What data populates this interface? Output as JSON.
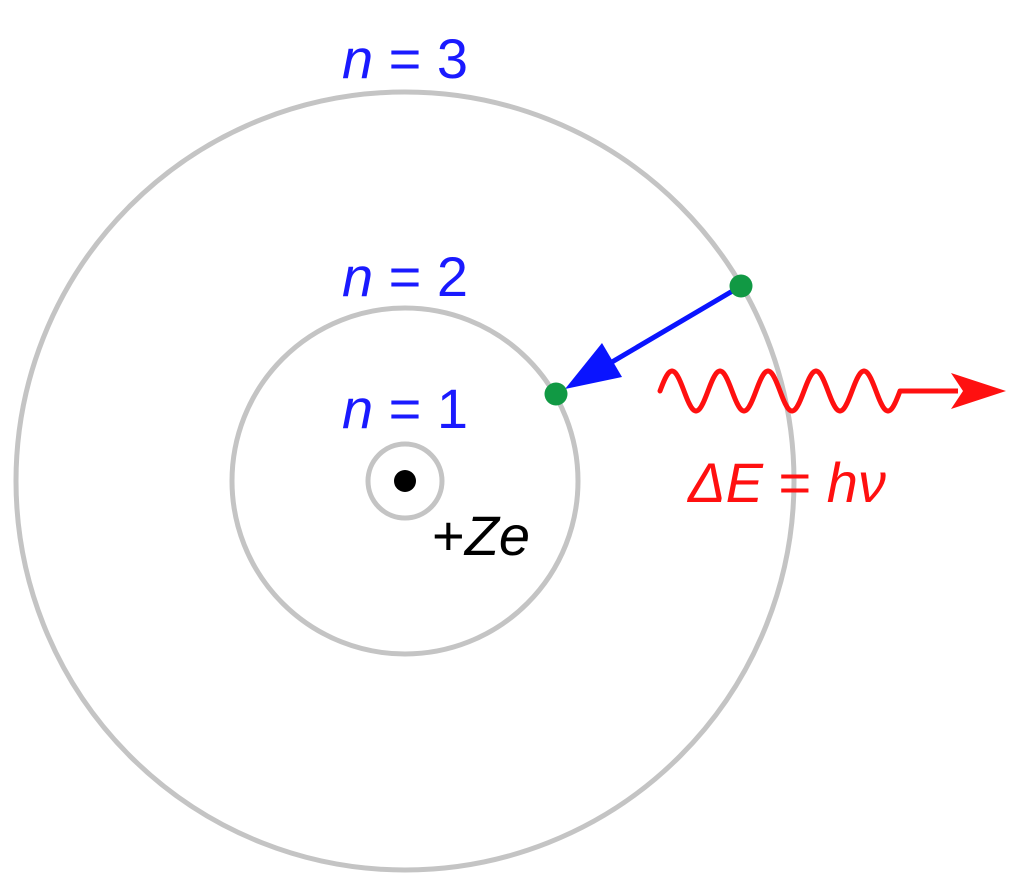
{
  "labels": {
    "n3": {
      "var": "n",
      "rest": " = 3"
    },
    "n2": {
      "var": "n",
      "rest": " = 2"
    },
    "n1": {
      "var": "n",
      "rest": " = 1"
    },
    "nucleus": {
      "prefix": "+",
      "var": "Ze"
    },
    "photon": {
      "var1": "ΔE",
      "mid": " = ",
      "var2": "hν"
    }
  },
  "colors": {
    "orbit": "#c4c4c4",
    "label": "#1a1aff",
    "nucleus": "#000000",
    "electron": "#119944",
    "transition_arrow": "#0a14ff",
    "photon": "#ff1010",
    "nucleus_label": "#000000"
  },
  "diagram": {
    "type": "bohr-model",
    "orbits": [
      "n = 1",
      "n = 2",
      "n = 3"
    ],
    "transition": {
      "from_level": 3,
      "to_level": 2
    },
    "emission": "photon"
  }
}
